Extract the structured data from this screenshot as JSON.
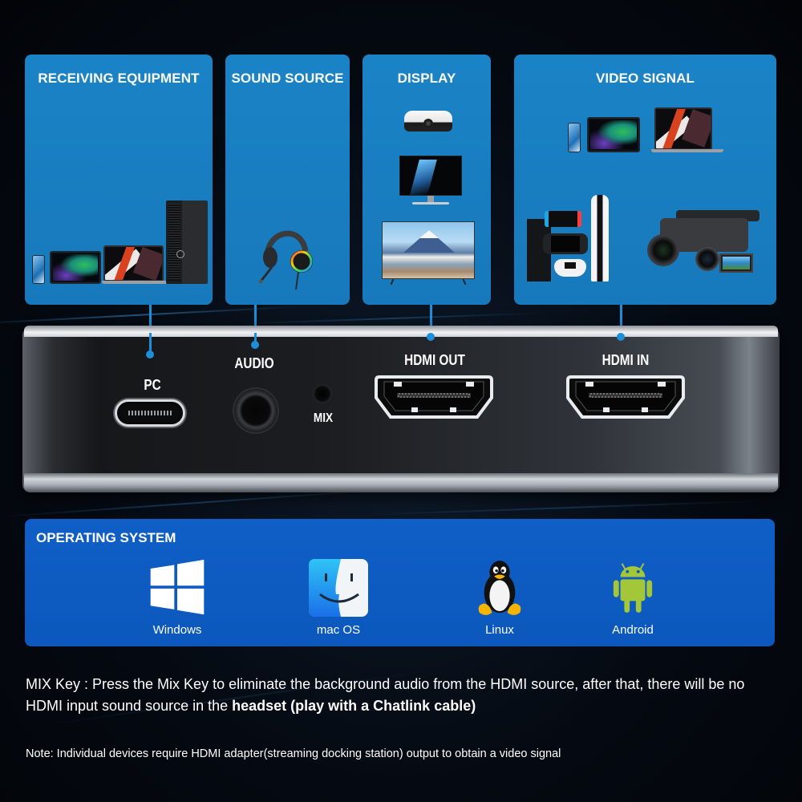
{
  "panels": [
    {
      "id": "receiving",
      "title": "RECEIVING EQUIPMENT",
      "devices": [
        "phone",
        "tablet",
        "laptop",
        "desktop-pc"
      ]
    },
    {
      "id": "sound",
      "title": "SOUND SOURCE",
      "devices": [
        "gaming-headset"
      ]
    },
    {
      "id": "display",
      "title": "DISPLAY",
      "devices": [
        "projector",
        "monitor",
        "tv"
      ]
    },
    {
      "id": "video",
      "title": "VIDEO SIGNAL",
      "devices": [
        "phone",
        "tablet",
        "laptop",
        "game-consoles",
        "cameras"
      ]
    }
  ],
  "device": {
    "ports": [
      {
        "id": "pc",
        "label": "PC"
      },
      {
        "id": "audio",
        "label": "AUDIO"
      },
      {
        "id": "mix",
        "label": "MIX"
      },
      {
        "id": "hdmi_out",
        "label": "HDMI OUT"
      },
      {
        "id": "hdmi_in",
        "label": "HDMI IN"
      }
    ]
  },
  "os": {
    "title": "OPERATING SYSTEM",
    "items": [
      {
        "label": "Windows",
        "icon": "windows-icon"
      },
      {
        "label": "mac OS",
        "icon": "finder-icon"
      },
      {
        "label": "Linux",
        "icon": "tux-icon"
      },
      {
        "label": "Android",
        "icon": "android-icon"
      }
    ]
  },
  "mix_key": {
    "text": "MIX Key : Press the Mix Key to eliminate the background audio from the HDMI source, after that, there will be no HDMI input sound source in the ",
    "bold": "headset (play with a Chatlink cable)"
  },
  "note": "Note: Individual devices require HDMI adapter(streaming docking station) output to obtain a video signal",
  "colors": {
    "panel_blue": "#1a83c6",
    "os_blue": "#0f5fc6",
    "connector_blue": "#1d8fd8",
    "background": "#050a12"
  }
}
